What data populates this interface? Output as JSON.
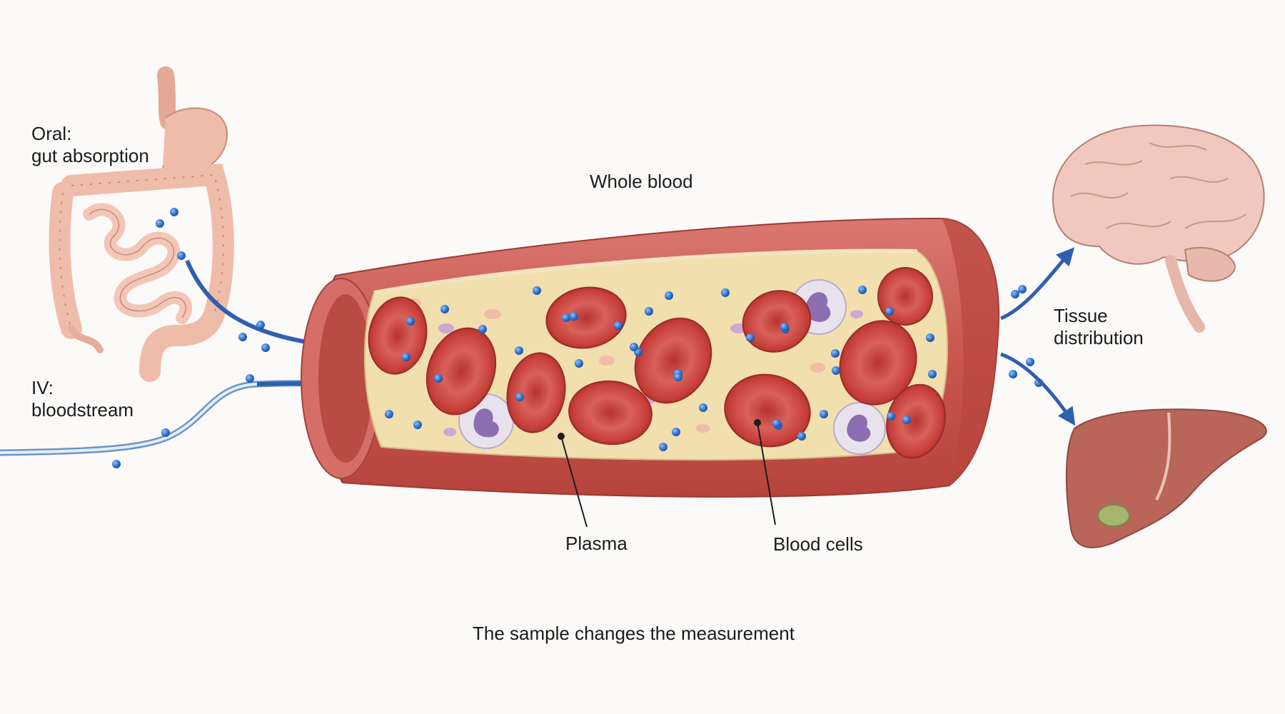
{
  "labels": {
    "oral_line1": "Oral:",
    "oral_line2": "gut absorption",
    "iv_line1": "IV:",
    "iv_line2": "bloodstream",
    "whole_blood": "Whole blood",
    "tissue_line1": "Tissue",
    "tissue_line2": "distribution",
    "plasma": "Plasma",
    "blood_cells": "Blood cells",
    "caption": "The sample changes the measurement"
  },
  "colors": {
    "background": "#fbfaf8",
    "drug_dot": "#2f74d0",
    "arrow": "#2f5fb0",
    "vessel_wall": "#c95a55",
    "plasma": "#f1dfae",
    "red_cell": "#c9433d",
    "white_cell": "#e7e2ee",
    "gut": "#efbcaa",
    "brain": "#f0c8bf",
    "liver": "#b9655a",
    "gallbladder": "#a6b66e"
  },
  "icons": [
    "gut-icon",
    "brain-icon",
    "liver-icon",
    "blood-vessel-icon",
    "iv-line-icon",
    "red-blood-cell-icon",
    "white-blood-cell-icon",
    "drug-molecule-icon"
  ]
}
